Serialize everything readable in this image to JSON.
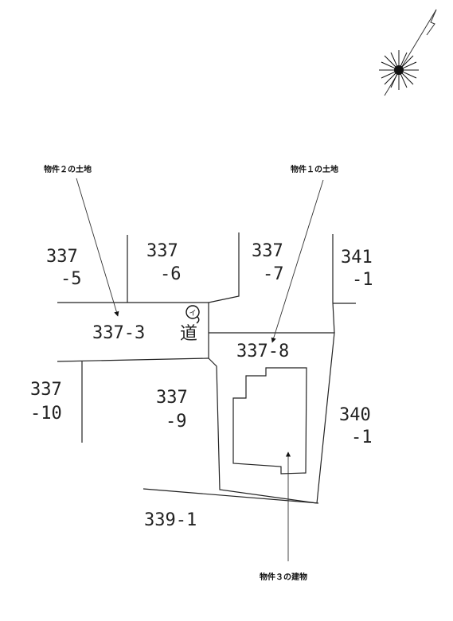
{
  "callouts": {
    "property2_land": "物件２の土地",
    "property1_land": "物件１の土地",
    "property3_building": "物件３の建物"
  },
  "parcels": {
    "p337_5_a": "337",
    "p337_5_b": "-5",
    "p337_6_a": "337",
    "p337_6_b": "-6",
    "p337_7_a": "337",
    "p337_7_b": "-7",
    "p341_1_a": "341",
    "p341_1_b": "-1",
    "p337_3": "337-3",
    "road": "道",
    "p337_8": "337-8",
    "p337_10_a": "337",
    "p337_10_b": "-10",
    "p337_9_a": "337",
    "p337_9_b": "-9",
    "p340_1_a": "340",
    "p340_1_b": "-1",
    "p339_1": "339-1"
  },
  "marker": {
    "label": "イ"
  }
}
